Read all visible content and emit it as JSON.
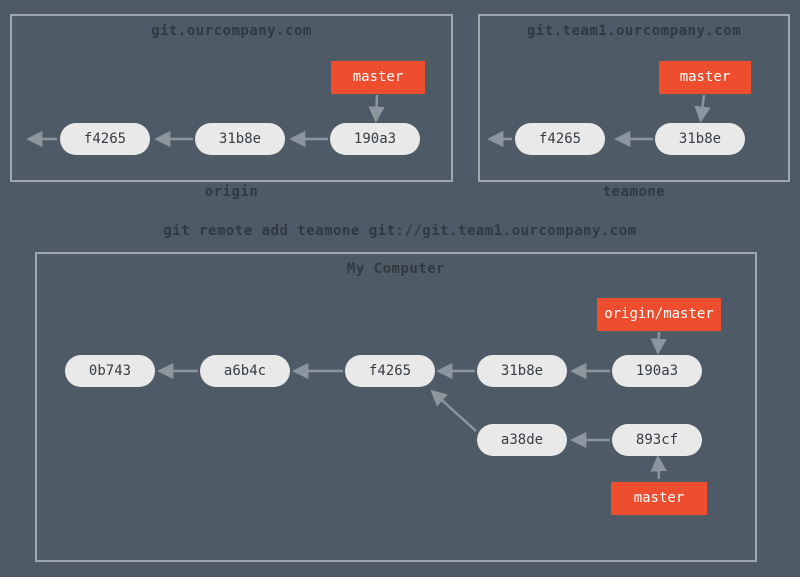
{
  "diagram": {
    "remotes": [
      {
        "title": "git.ourcompany.com",
        "caption": "origin",
        "branch": "master",
        "commits": [
          "f4265",
          "31b8e",
          "190a3"
        ]
      },
      {
        "title": "git.team1.ourcompany.com",
        "caption": "teamone",
        "branch": "master",
        "commits": [
          "f4265",
          "31b8e"
        ]
      }
    ],
    "command": "git remote add teamone git://git.team1.ourcompany.com",
    "local": {
      "title": "My Computer",
      "remote_branch": "origin/master",
      "branch": "master",
      "main_commits": [
        "0b743",
        "a6b4c",
        "f4265",
        "31b8e",
        "190a3"
      ],
      "topic_commits": [
        "a38de",
        "893cf"
      ]
    }
  },
  "colors": {
    "background": "#4e5b66",
    "box_border": "#9fa8af",
    "commit_fill": "#e9e9e9",
    "commit_text": "#363d44",
    "branch_fill": "#ee4e2e",
    "branch_text": "#ffffff",
    "arrow": "#8c969e",
    "heading_text": "#2f3940"
  }
}
